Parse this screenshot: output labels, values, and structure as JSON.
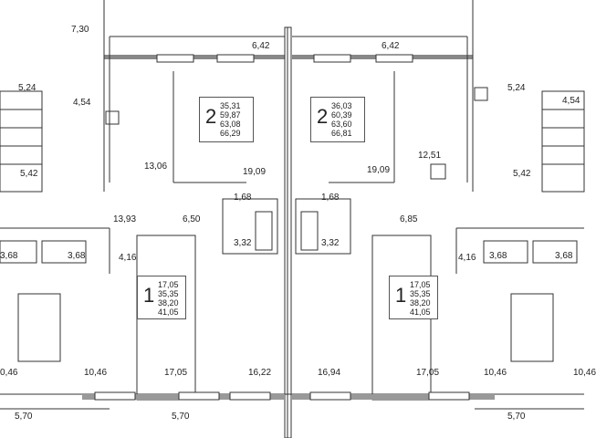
{
  "apartments": [
    {
      "id": "apt-2-left",
      "rooms": "2",
      "areas": [
        "35,31",
        "59,87",
        "63,08",
        "66,29"
      ]
    },
    {
      "id": "apt-2-right",
      "rooms": "2",
      "areas": [
        "36,03",
        "60,39",
        "63,60",
        "66,81"
      ]
    },
    {
      "id": "apt-1-left",
      "rooms": "1",
      "areas": [
        "17,05",
        "35,35",
        "38,20",
        "41,05"
      ]
    },
    {
      "id": "apt-1-right",
      "rooms": "1",
      "areas": [
        "17,05",
        "35,35",
        "38,20",
        "41,05"
      ]
    }
  ],
  "labels": {
    "l730": "7,30",
    "l642a": "6,42",
    "l642b": "6,42",
    "l524a": "5,24",
    "l454a": "4,54",
    "l524b": "5,24",
    "l454b": "4,54",
    "l1306": "13,06",
    "l1909a": "19,09",
    "l1909b": "19,09",
    "l1251": "12,51",
    "l542a": "5,42",
    "l542b": "5,42",
    "l168a": "1,68",
    "l168b": "1,68",
    "l1393": "13,93",
    "l650": "6,50",
    "l685": "6,85",
    "l332a": "3,32",
    "l332b": "3,32",
    "l368a": "3,68",
    "l368b": "3,68",
    "l368c": "3,68",
    "l368d": "3,68",
    "l416a": "4,16",
    "l416b": "4,16",
    "l1046a": "0,46",
    "l1046b": "10,46",
    "l1046c": "10,46",
    "l1046d": "10,46",
    "l1705a": "17,05",
    "l1705b": "17,05",
    "l1622": "16,22",
    "l1694": "16,94",
    "l570a": "5,70",
    "l570b": "5,70",
    "l570c": "5,70"
  }
}
